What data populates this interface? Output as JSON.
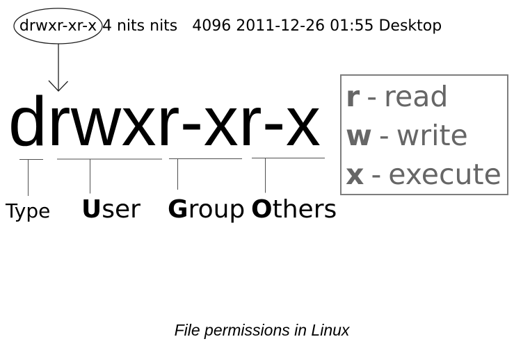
{
  "colors": {
    "text": "#000000",
    "outline": "#1f1f1f",
    "line": "#4f4f4f",
    "legend_text": "#666666",
    "legend_border": "#7d7d7d"
  },
  "listing": {
    "permissions": "drwxr-xr-x",
    "rest": "4 nits nits   4096 2011-12-26 01:55 Desktop"
  },
  "permissions_display": "drwxr-xr-x",
  "legend": {
    "separator": "-",
    "items": [
      {
        "letter": "r",
        "meaning": "read"
      },
      {
        "letter": "w",
        "meaning": "write"
      },
      {
        "letter": "x",
        "meaning": "execute"
      }
    ]
  },
  "segments": {
    "type": {
      "label": "Type"
    },
    "user": {
      "first": "U",
      "rest": "ser"
    },
    "group": {
      "first": "G",
      "rest": "roup"
    },
    "others": {
      "first": "O",
      "rest": "thers"
    }
  },
  "caption": "File permissions in Linux"
}
